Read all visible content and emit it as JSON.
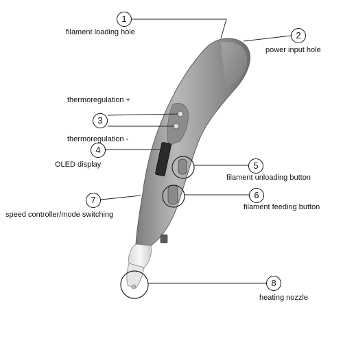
{
  "callouts": [
    {
      "number": "1",
      "label": "filament loading hole"
    },
    {
      "number": "2",
      "label": "power input hole"
    },
    {
      "number": "3",
      "label_top": "thermoregulation +",
      "label_bottom": "thermoregulation -"
    },
    {
      "number": "4",
      "label": "OLED display"
    },
    {
      "number": "5",
      "label": "filament unloading button"
    },
    {
      "number": "6",
      "label": "filament feeding button"
    },
    {
      "number": "7",
      "label": "speed controller/mode switching"
    },
    {
      "number": "8",
      "label": "heating nozzle"
    }
  ]
}
